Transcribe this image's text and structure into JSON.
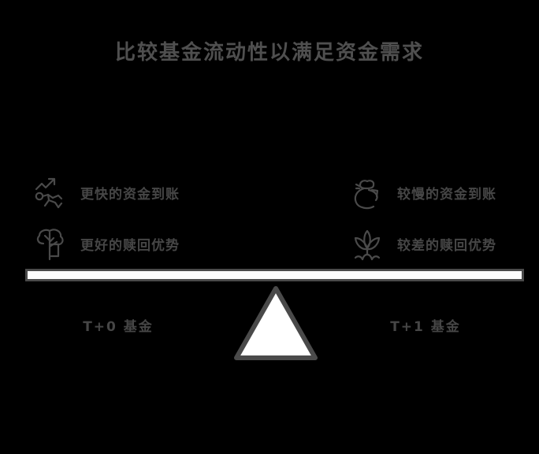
{
  "title": "比较基金流动性以满足资金需求",
  "colors": {
    "background": "#000000",
    "title_text": "#4f4f4f",
    "body_text": "#464646",
    "icon_stroke": "#4a4a4a",
    "beam_fill": "#fdfdfd",
    "beam_stroke": "#4a4a4a",
    "fulcrum_fill": "#ffffff",
    "fulcrum_stroke": "#4a4a4a"
  },
  "left": {
    "pan_label": "T+0 基金",
    "features": [
      {
        "icon": "running-person-uptrend-icon",
        "label": "更快的资金到账"
      },
      {
        "icon": "tree-icon",
        "label": "更好的赎回优势"
      }
    ]
  },
  "right": {
    "pan_label": "T+1 基金",
    "features": [
      {
        "icon": "money-bag-arrow-icon",
        "label": "较慢的资金到账"
      },
      {
        "icon": "sprout-plant-icon",
        "label": "较差的赎回优势"
      }
    ]
  },
  "balance": {
    "beam_name": "balance-beam",
    "fulcrum_name": "fulcrum-triangle"
  }
}
